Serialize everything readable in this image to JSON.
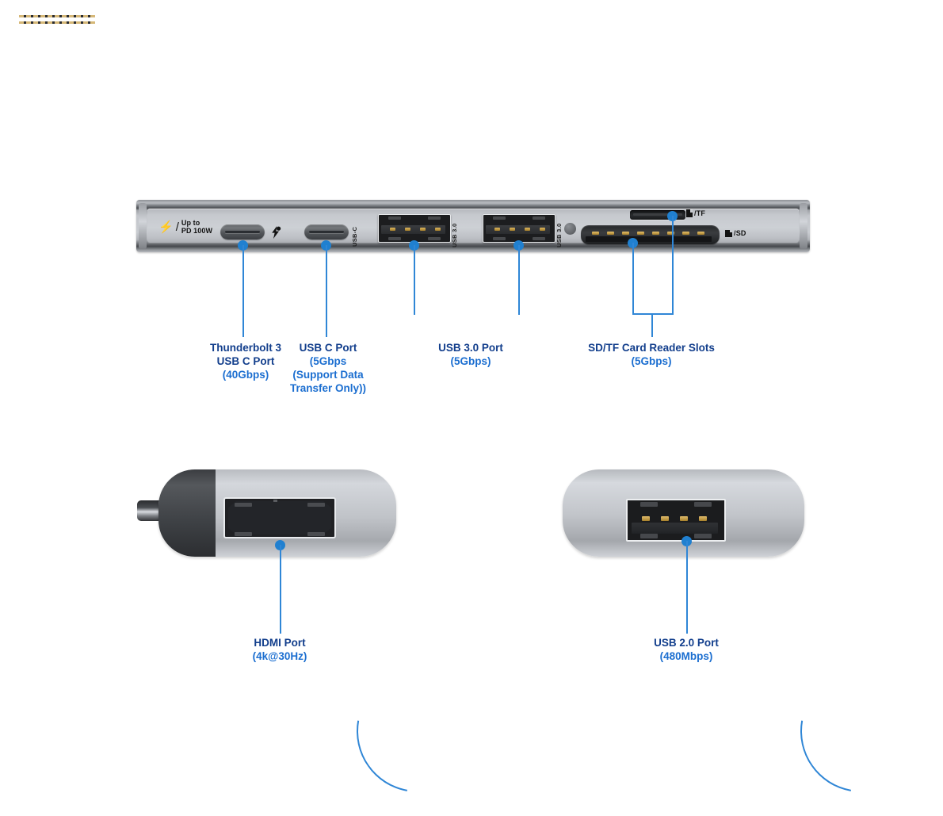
{
  "product": {
    "type": "usb-c-hub-port-diagram",
    "accent_color": "#2080d0",
    "caption_color": "#123e8c"
  },
  "main_bar": {
    "pd_label": {
      "bolt_icon": "lightning-bolt-icon",
      "separator": "/",
      "line1": "Up to",
      "line2": "PD 100W"
    },
    "port_markings": {
      "thunderbolt_logo": "thunderbolt-icon",
      "usbc_vertical": "USB-C",
      "usb30_vertical_left": "USB 3.0",
      "usb30_vertical_right": "USB 3.0",
      "tf_icon": "memory-card-icon",
      "tf_label": "/TF",
      "sd_icon": "sd-card-icon",
      "sd_label": "/SD"
    }
  },
  "callouts": [
    {
      "id": "thunderbolt3",
      "title": "Thunderbolt 3",
      "line2": "USB C Port",
      "spec": "(40Gbps)"
    },
    {
      "id": "usbc",
      "title": "USB C Port",
      "spec": "(5Gbps",
      "spec2": "(Support Data",
      "spec3": "Transfer Only))"
    },
    {
      "id": "usb30",
      "title": "USB 3.0 Port",
      "spec": "(5Gbps)"
    },
    {
      "id": "sdtf",
      "title": "SD/TF Card Reader Slots",
      "spec": "(5Gbps)"
    },
    {
      "id": "hdmi",
      "title": "HDMI Port",
      "spec": "(4k@30Hz)"
    },
    {
      "id": "usb20",
      "title": "USB 2.0 Port",
      "spec": "(480Mbps)"
    }
  ]
}
